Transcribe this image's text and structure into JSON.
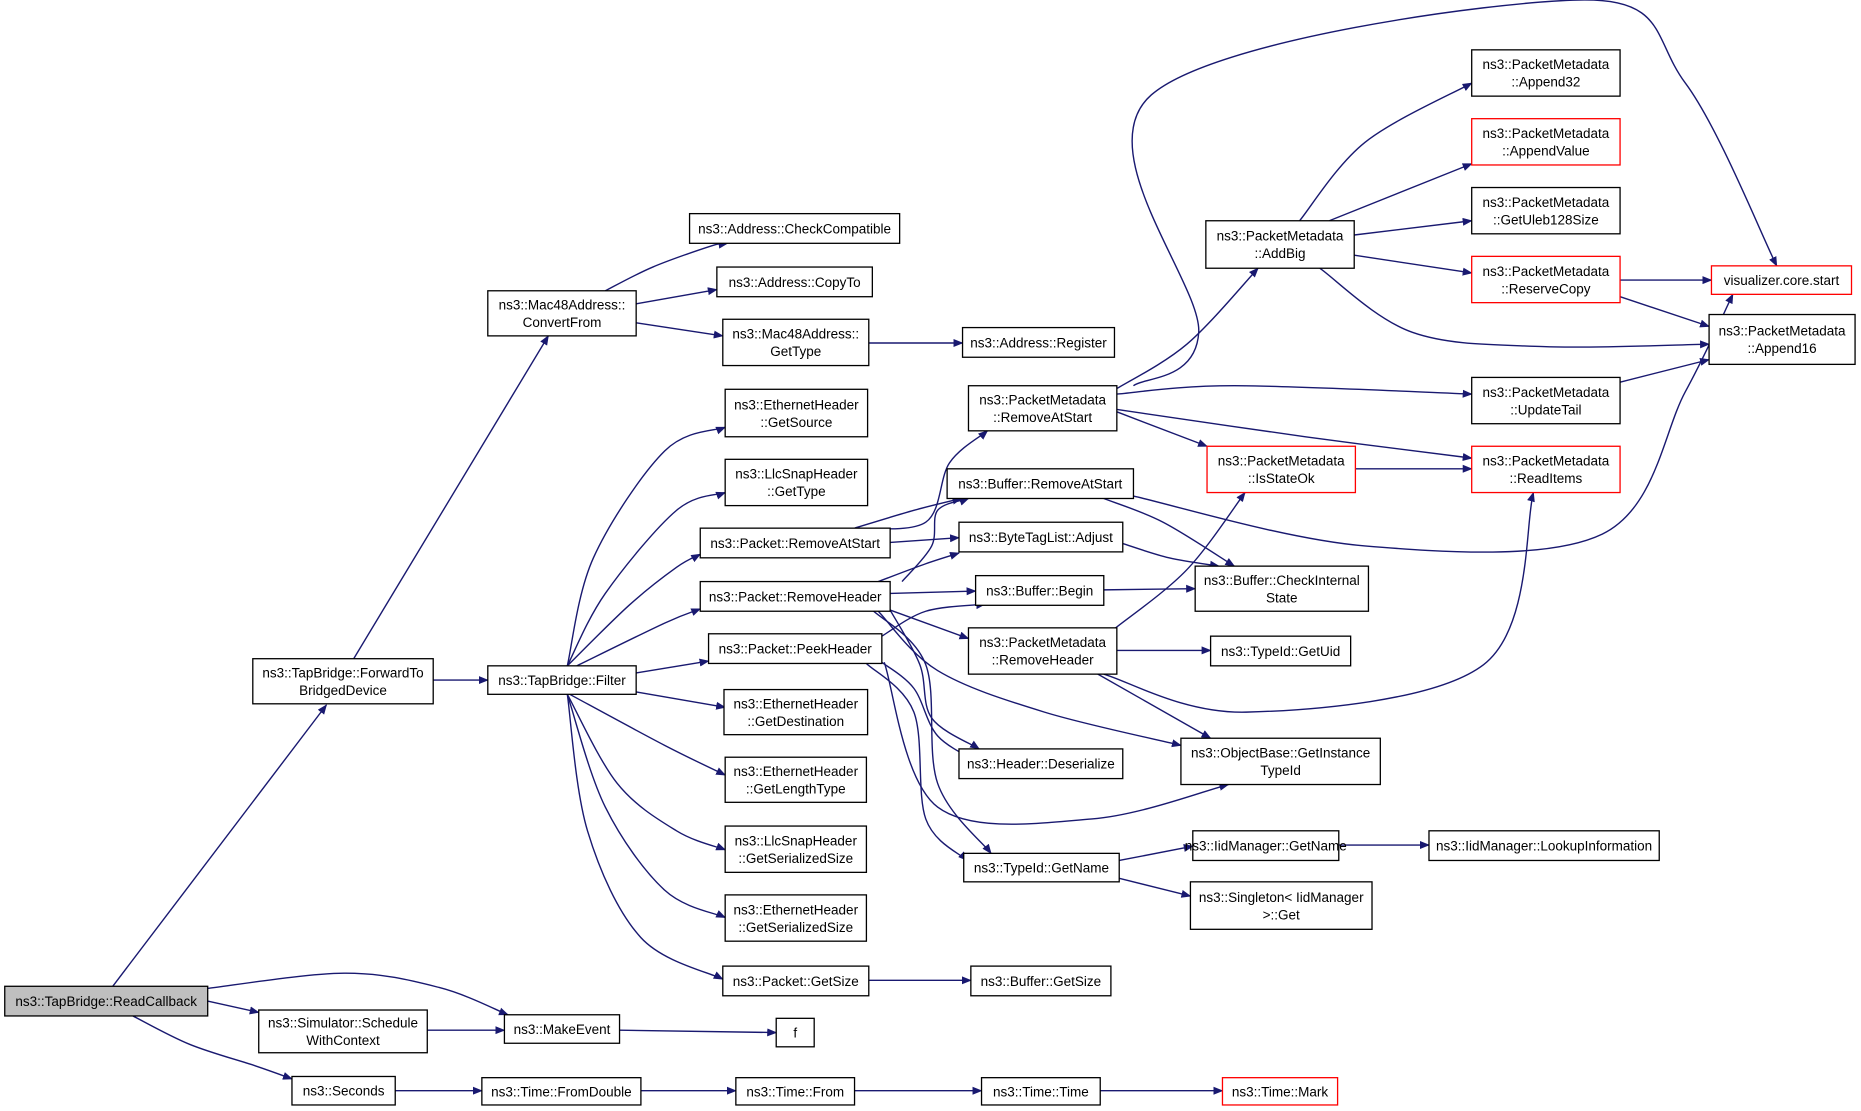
{
  "graph": {
    "edge_color": "#191970",
    "highlight_border": "#ff0000",
    "root_fill": "#bfbfbf",
    "nodes": [
      {
        "id": "readcb",
        "lines": [
          "ns3::TapBridge::ReadCallback"
        ],
        "style": "root"
      },
      {
        "id": "fwd",
        "lines": [
          "ns3::TapBridge::ForwardTo",
          "BridgedDevice"
        ]
      },
      {
        "id": "sched",
        "lines": [
          "ns3::Simulator::Schedule",
          "WithContext"
        ]
      },
      {
        "id": "seconds",
        "lines": [
          "ns3::Seconds"
        ]
      },
      {
        "id": "makeevent",
        "lines": [
          "ns3::MakeEvent"
        ]
      },
      {
        "id": "f",
        "lines": [
          "f"
        ]
      },
      {
        "id": "fromdouble",
        "lines": [
          "ns3::Time::FromDouble"
        ]
      },
      {
        "id": "timefrom",
        "lines": [
          "ns3::Time::From"
        ]
      },
      {
        "id": "timetime",
        "lines": [
          "ns3::Time::Time"
        ]
      },
      {
        "id": "timemark",
        "lines": [
          "ns3::Time::Mark"
        ],
        "style": "red"
      },
      {
        "id": "mac48conv",
        "lines": [
          "ns3::Mac48Address::",
          "ConvertFrom"
        ]
      },
      {
        "id": "filter",
        "lines": [
          "ns3::TapBridge::Filter"
        ]
      },
      {
        "id": "addrcheck",
        "lines": [
          "ns3::Address::CheckCompatible"
        ]
      },
      {
        "id": "addrcopy",
        "lines": [
          "ns3::Address::CopyTo"
        ]
      },
      {
        "id": "mac48type",
        "lines": [
          "ns3::Mac48Address::",
          "GetType"
        ]
      },
      {
        "id": "addrreg",
        "lines": [
          "ns3::Address::Register"
        ]
      },
      {
        "id": "ethsrc",
        "lines": [
          "ns3::EthernetHeader",
          "::GetSource"
        ]
      },
      {
        "id": "llctype",
        "lines": [
          "ns3::LlcSnapHeader",
          "::GetType"
        ]
      },
      {
        "id": "pktremstart",
        "lines": [
          "ns3::Packet::RemoveAtStart"
        ]
      },
      {
        "id": "pktremhdr",
        "lines": [
          "ns3::Packet::RemoveHeader"
        ]
      },
      {
        "id": "pktpeek",
        "lines": [
          "ns3::Packet::PeekHeader"
        ]
      },
      {
        "id": "ethdest",
        "lines": [
          "ns3::EthernetHeader",
          "::GetDestination"
        ]
      },
      {
        "id": "ethlen",
        "lines": [
          "ns3::EthernetHeader",
          "::GetLengthType"
        ]
      },
      {
        "id": "llcser",
        "lines": [
          "ns3::LlcSnapHeader",
          "::GetSerializedSize"
        ]
      },
      {
        "id": "ethser",
        "lines": [
          "ns3::EthernetHeader",
          "::GetSerializedSize"
        ]
      },
      {
        "id": "pktsize",
        "lines": [
          "ns3::Packet::GetSize"
        ]
      },
      {
        "id": "bufsize",
        "lines": [
          "ns3::Buffer::GetSize"
        ]
      },
      {
        "id": "pmremstart",
        "lines": [
          "ns3::PacketMetadata",
          "::RemoveAtStart"
        ]
      },
      {
        "id": "bufremstart",
        "lines": [
          "ns3::Buffer::RemoveAtStart"
        ]
      },
      {
        "id": "btladjust",
        "lines": [
          "ns3::ByteTagList::Adjust"
        ]
      },
      {
        "id": "bufbegin",
        "lines": [
          "ns3::Buffer::Begin"
        ]
      },
      {
        "id": "pmremhdr",
        "lines": [
          "ns3::PacketMetadata",
          "::RemoveHeader"
        ]
      },
      {
        "id": "hdrdeser",
        "lines": [
          "ns3::Header::Deserialize"
        ]
      },
      {
        "id": "typeidname",
        "lines": [
          "ns3::TypeId::GetName"
        ]
      },
      {
        "id": "pmaddbig",
        "lines": [
          "ns3::PacketMetadata",
          "::AddBig"
        ]
      },
      {
        "id": "pmisok",
        "lines": [
          "ns3::PacketMetadata",
          "::IsStateOk"
        ],
        "style": "red"
      },
      {
        "id": "bufcheck",
        "lines": [
          "ns3::Buffer::CheckInternal",
          "State"
        ]
      },
      {
        "id": "typeiduid",
        "lines": [
          "ns3::TypeId::GetUid"
        ]
      },
      {
        "id": "objbase",
        "lines": [
          "ns3::ObjectBase::GetInstance",
          "TypeId"
        ]
      },
      {
        "id": "iidgetname",
        "lines": [
          "ns3::IidManager::GetName"
        ]
      },
      {
        "id": "singleton",
        "lines": [
          "ns3::Singleton< IidManager",
          ">::Get"
        ]
      },
      {
        "id": "iidlookup",
        "lines": [
          "ns3::IidManager::LookupInformation"
        ]
      },
      {
        "id": "pmapp32",
        "lines": [
          "ns3::PacketMetadata",
          "::Append32"
        ]
      },
      {
        "id": "pmappval",
        "lines": [
          "ns3::PacketMetadata",
          "::AppendValue"
        ],
        "style": "red"
      },
      {
        "id": "pmuleb",
        "lines": [
          "ns3::PacketMetadata",
          "::GetUleb128Size"
        ]
      },
      {
        "id": "pmreserve",
        "lines": [
          "ns3::PacketMetadata",
          "::ReserveCopy"
        ],
        "style": "red"
      },
      {
        "id": "pmupdtail",
        "lines": [
          "ns3::PacketMetadata",
          "::UpdateTail"
        ]
      },
      {
        "id": "pmread",
        "lines": [
          "ns3::PacketMetadata",
          "::ReadItems"
        ],
        "style": "red"
      },
      {
        "id": "vizstart",
        "lines": [
          "visualizer.core.start"
        ],
        "style": "red"
      },
      {
        "id": "pmapp16",
        "lines": [
          "ns3::PacketMetadata",
          "::Append16"
        ]
      }
    ]
  }
}
